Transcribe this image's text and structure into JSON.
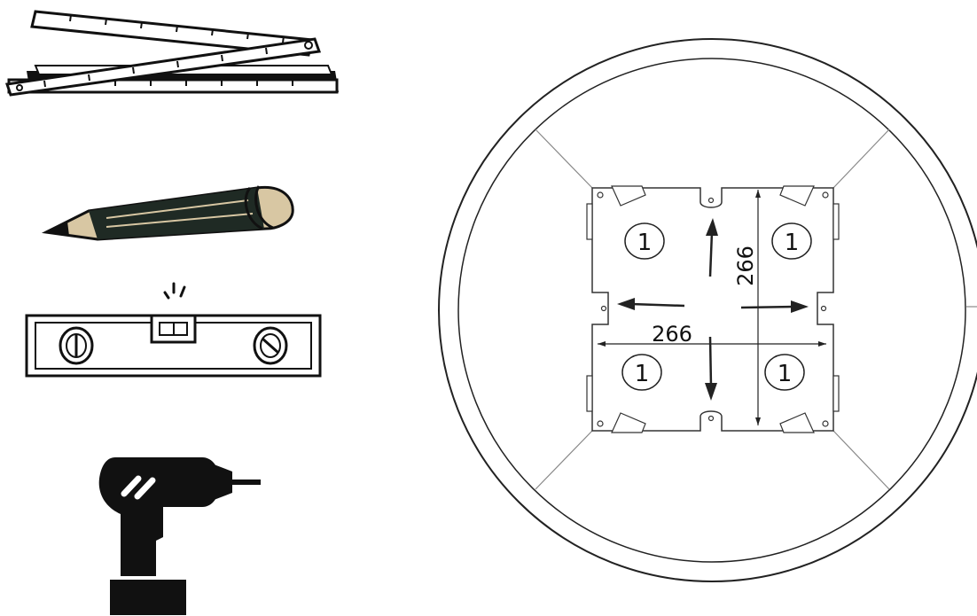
{
  "tools": [
    {
      "name": "folding-ruler-icon"
    },
    {
      "name": "pencil-icon"
    },
    {
      "name": "spirit-level-icon"
    },
    {
      "name": "drill-icon"
    }
  ],
  "dimensions": {
    "width_label": "266",
    "height_label": "266"
  },
  "callouts": [
    "1",
    "1",
    "1",
    "1"
  ],
  "colors": {
    "ink": "#111111",
    "pencil_body": "#1f2a24",
    "pencil_wood": "#d8c7a3",
    "plate": "#ffffff",
    "ring": "#222222"
  }
}
